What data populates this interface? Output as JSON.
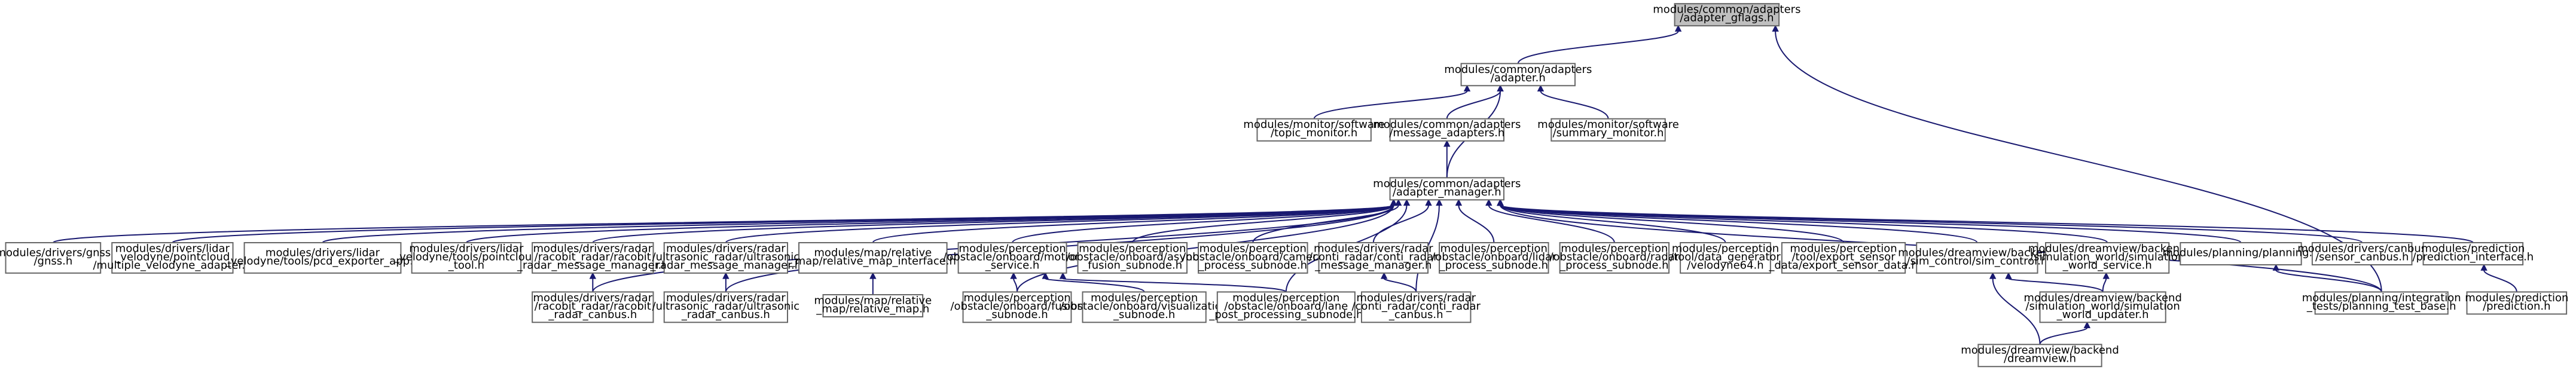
{
  "graph": {
    "root": "adapter_gflags",
    "nodes": [
      {
        "id": "adapter_gflags",
        "lines": [
          "modules/common/adapters",
          "/adapter_gflags.h"
        ],
        "root": true
      },
      {
        "id": "adapter",
        "lines": [
          "modules/common/adapters",
          "/adapter.h"
        ]
      },
      {
        "id": "topic_monitor",
        "lines": [
          "modules/monitor/software",
          "/topic_monitor.h"
        ]
      },
      {
        "id": "message_adapters",
        "lines": [
          "modules/common/adapters",
          "/message_adapters.h"
        ]
      },
      {
        "id": "summary_monitor",
        "lines": [
          "modules/monitor/software",
          "/summary_monitor.h"
        ]
      },
      {
        "id": "adapter_manager",
        "lines": [
          "modules/common/adapters",
          "/adapter_manager.h"
        ]
      },
      {
        "id": "gnss",
        "lines": [
          "modules/drivers/gnss",
          "/gnss.h"
        ]
      },
      {
        "id": "multiple_velodyne_adapter",
        "lines": [
          "modules/drivers/lidar",
          "_velodyne/pointcloud",
          "/multiple_velodyne_adapter.h"
        ]
      },
      {
        "id": "pcd_exporter_app",
        "lines": [
          "modules/drivers/lidar",
          "_velodyne/tools/pcd_exporter_app.h"
        ]
      },
      {
        "id": "pointcloud_tool",
        "lines": [
          "modules/drivers/lidar",
          "_velodyne/tools/pointcloud",
          "_tool.h"
        ]
      },
      {
        "id": "racobit_radar_message_manager",
        "lines": [
          "modules/drivers/radar",
          "/racobit_radar/racobit",
          "_radar_message_manager.h"
        ]
      },
      {
        "id": "ultrasonic_radar_message_manager",
        "lines": [
          "modules/drivers/radar",
          "/ultrasonic_radar/ultrasonic",
          "_radar_message_manager.h"
        ]
      },
      {
        "id": "relative_map_interface",
        "lines": [
          "modules/map/relative",
          "_map/relative_map_interface.h"
        ]
      },
      {
        "id": "motion_service",
        "lines": [
          "modules/perception",
          "/obstacle/onboard/motion",
          "_service.h"
        ]
      },
      {
        "id": "async_fusion_subnode",
        "lines": [
          "modules/perception",
          "/obstacle/onboard/async",
          "_fusion_subnode.h"
        ]
      },
      {
        "id": "camera_process_subnode",
        "lines": [
          "modules/perception",
          "/obstacle/onboard/camera",
          "_process_subnode.h"
        ]
      },
      {
        "id": "conti_radar_message_manager",
        "lines": [
          "modules/drivers/radar",
          "/conti_radar/conti_radar",
          "_message_manager.h"
        ]
      },
      {
        "id": "lidar_process_subnode",
        "lines": [
          "modules/perception",
          "/obstacle/onboard/lidar",
          "_process_subnode.h"
        ]
      },
      {
        "id": "radar_process_subnode",
        "lines": [
          "modules/perception",
          "/obstacle/onboard/radar",
          "_process_subnode.h"
        ]
      },
      {
        "id": "velodyne64",
        "lines": [
          "modules/perception",
          "/tool/data_generator",
          "/velodyne64.h"
        ]
      },
      {
        "id": "export_sensor_data",
        "lines": [
          "modules/perception",
          "/tool/export_sensor",
          "_data/export_sensor_data.h"
        ]
      },
      {
        "id": "sim_control",
        "lines": [
          "modules/dreamview/backend",
          "/sim_control/sim_control.h"
        ]
      },
      {
        "id": "simulation_world_service",
        "lines": [
          "modules/dreamview/backend",
          "/simulation_world/simulation",
          "_world_service.h"
        ]
      },
      {
        "id": "planning",
        "lines": [
          "modules/planning/planning.h"
        ]
      },
      {
        "id": "canbus_sensor",
        "lines": [
          "modules/drivers/canbus",
          "/sensor_canbus.h"
        ]
      },
      {
        "id": "prediction_interface",
        "lines": [
          "modules/prediction",
          "/prediction_interface.h"
        ]
      },
      {
        "id": "racobit_radar_canbus",
        "lines": [
          "modules/drivers/radar",
          "/racobit_radar/racobit",
          "_radar_canbus.h"
        ]
      },
      {
        "id": "ultrasonic_radar_canbus",
        "lines": [
          "modules/drivers/radar",
          "/ultrasonic_radar/ultrasonic",
          "_radar_canbus.h"
        ]
      },
      {
        "id": "relative_map",
        "lines": [
          "modules/map/relative",
          "_map/relative_map.h"
        ]
      },
      {
        "id": "fusion_subnode",
        "lines": [
          "modules/perception",
          "/obstacle/onboard/fusion",
          "_subnode.h"
        ]
      },
      {
        "id": "visualization_subnode",
        "lines": [
          "modules/perception",
          "/obstacle/onboard/visualization",
          "_subnode.h"
        ]
      },
      {
        "id": "lane_post_processing_subnode",
        "lines": [
          "modules/perception",
          "/obstacle/onboard/lane",
          "_post_processing_subnode.h"
        ]
      },
      {
        "id": "conti_radar_canbus",
        "lines": [
          "modules/drivers/radar",
          "/conti_radar/conti_radar",
          "_canbus.h"
        ]
      },
      {
        "id": "simulation_world_updater",
        "lines": [
          "modules/dreamview/backend",
          "/simulation_world/simulation",
          "_world_updater.h"
        ]
      },
      {
        "id": "planning_test_base",
        "lines": [
          "modules/planning/integration",
          "_tests/planning_test_base.h"
        ]
      },
      {
        "id": "prediction",
        "lines": [
          "modules/prediction",
          "/prediction.h"
        ]
      },
      {
        "id": "dreamview",
        "lines": [
          "modules/dreamview/backend",
          "/dreamview.h"
        ]
      }
    ],
    "edges": [
      {
        "from": "adapter",
        "to": "adapter_gflags"
      },
      {
        "from": "planning_test_base",
        "to": "adapter_gflags"
      },
      {
        "from": "topic_monitor",
        "to": "adapter"
      },
      {
        "from": "message_adapters",
        "to": "adapter"
      },
      {
        "from": "summary_monitor",
        "to": "adapter"
      },
      {
        "from": "adapter_manager",
        "to": "adapter"
      },
      {
        "from": "adapter_manager",
        "to": "message_adapters"
      },
      {
        "from": "gnss",
        "to": "adapter_manager"
      },
      {
        "from": "multiple_velodyne_adapter",
        "to": "adapter_manager"
      },
      {
        "from": "pcd_exporter_app",
        "to": "adapter_manager"
      },
      {
        "from": "pointcloud_tool",
        "to": "adapter_manager"
      },
      {
        "from": "racobit_radar_message_manager",
        "to": "adapter_manager"
      },
      {
        "from": "ultrasonic_radar_message_manager",
        "to": "adapter_manager"
      },
      {
        "from": "relative_map_interface",
        "to": "adapter_manager"
      },
      {
        "from": "motion_service",
        "to": "adapter_manager"
      },
      {
        "from": "async_fusion_subnode",
        "to": "adapter_manager"
      },
      {
        "from": "camera_process_subnode",
        "to": "adapter_manager"
      },
      {
        "from": "conti_radar_message_manager",
        "to": "adapter_manager"
      },
      {
        "from": "lidar_process_subnode",
        "to": "adapter_manager"
      },
      {
        "from": "radar_process_subnode",
        "to": "adapter_manager"
      },
      {
        "from": "velodyne64",
        "to": "adapter_manager"
      },
      {
        "from": "export_sensor_data",
        "to": "adapter_manager"
      },
      {
        "from": "sim_control",
        "to": "adapter_manager"
      },
      {
        "from": "simulation_world_service",
        "to": "adapter_manager"
      },
      {
        "from": "planning",
        "to": "adapter_manager"
      },
      {
        "from": "canbus_sensor",
        "to": "adapter_manager"
      },
      {
        "from": "prediction_interface",
        "to": "adapter_manager"
      },
      {
        "from": "racobit_radar_canbus",
        "to": "adapter_manager"
      },
      {
        "from": "ultrasonic_radar_canbus",
        "to": "adapter_manager"
      },
      {
        "from": "fusion_subnode",
        "to": "adapter_manager"
      },
      {
        "from": "lane_post_processing_subnode",
        "to": "adapter_manager"
      },
      {
        "from": "conti_radar_canbus",
        "to": "adapter_manager"
      },
      {
        "from": "planning_test_base",
        "to": "adapter_manager"
      },
      {
        "from": "racobit_radar_canbus",
        "to": "racobit_radar_message_manager"
      },
      {
        "from": "ultrasonic_radar_canbus",
        "to": "ultrasonic_radar_message_manager"
      },
      {
        "from": "relative_map",
        "to": "relative_map_interface"
      },
      {
        "from": "fusion_subnode",
        "to": "motion_service"
      },
      {
        "from": "visualization_subnode",
        "to": "motion_service"
      },
      {
        "from": "lane_post_processing_subnode",
        "to": "motion_service"
      },
      {
        "from": "conti_radar_canbus",
        "to": "conti_radar_message_manager"
      },
      {
        "from": "simulation_world_updater",
        "to": "sim_control"
      },
      {
        "from": "dreamview",
        "to": "sim_control"
      },
      {
        "from": "simulation_world_updater",
        "to": "simulation_world_service"
      },
      {
        "from": "planning_test_base",
        "to": "planning"
      },
      {
        "from": "prediction",
        "to": "prediction_interface"
      },
      {
        "from": "dreamview",
        "to": "simulation_world_updater"
      }
    ]
  }
}
